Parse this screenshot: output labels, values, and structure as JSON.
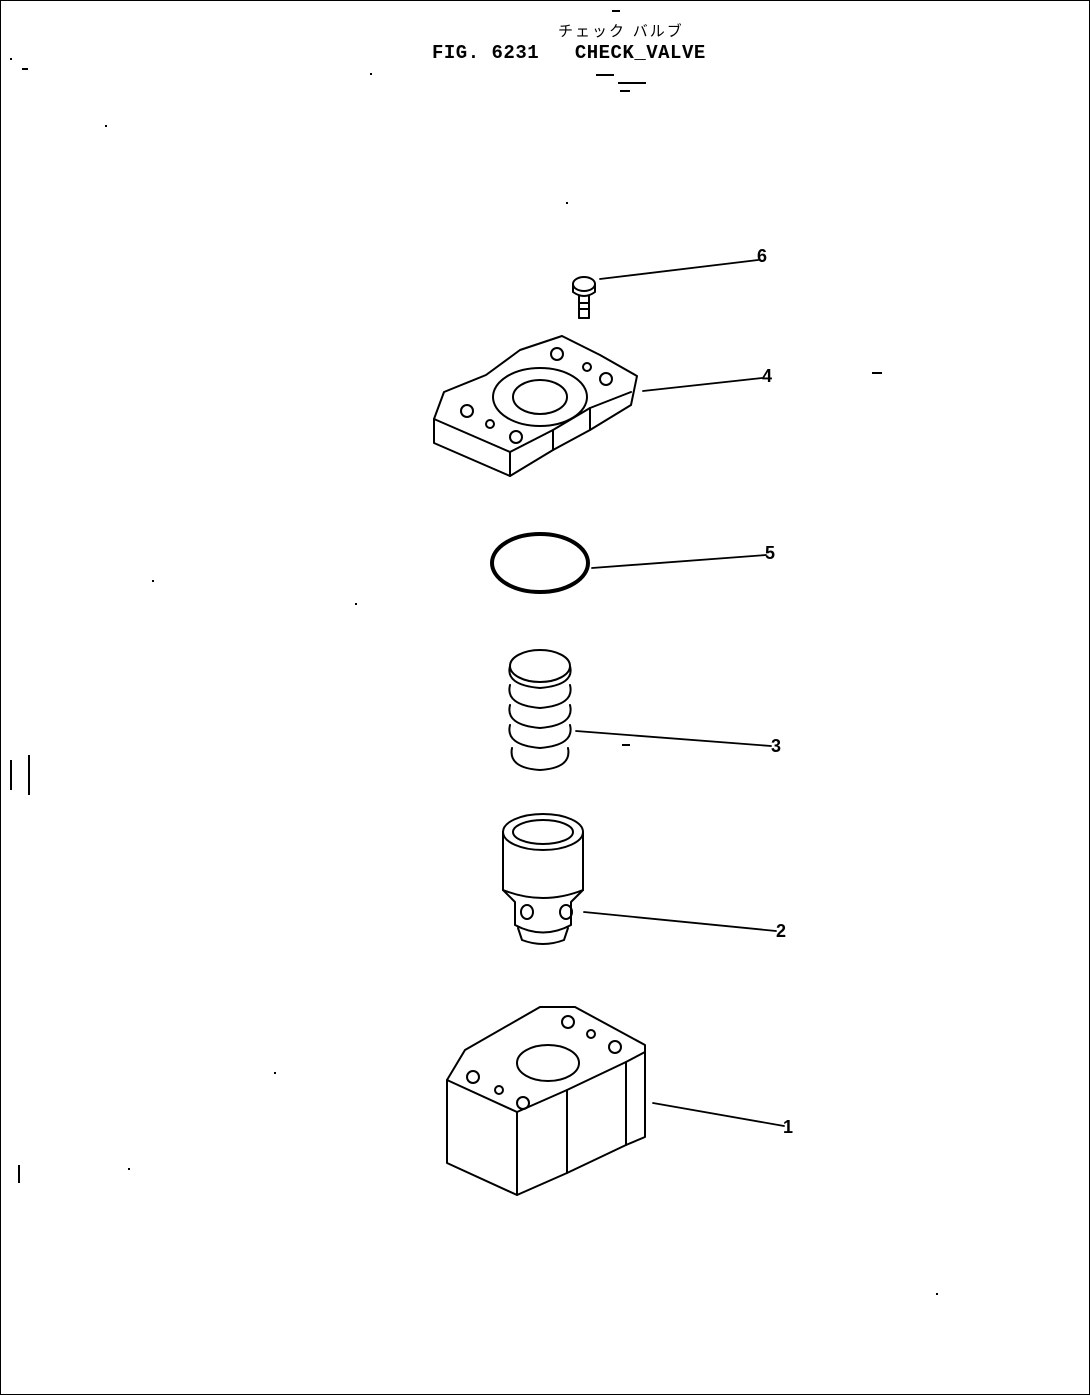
{
  "title": {
    "japanese": "チェック バルブ",
    "figure": "FIG. 6231",
    "name": "CHECK_VALVE"
  },
  "callouts": [
    {
      "part": "bolt",
      "label": "6"
    },
    {
      "part": "cover",
      "label": "4"
    },
    {
      "part": "o-ring",
      "label": "5"
    },
    {
      "part": "spring",
      "label": "3"
    },
    {
      "part": "valve",
      "label": "2"
    },
    {
      "part": "body",
      "label": "1"
    }
  ]
}
